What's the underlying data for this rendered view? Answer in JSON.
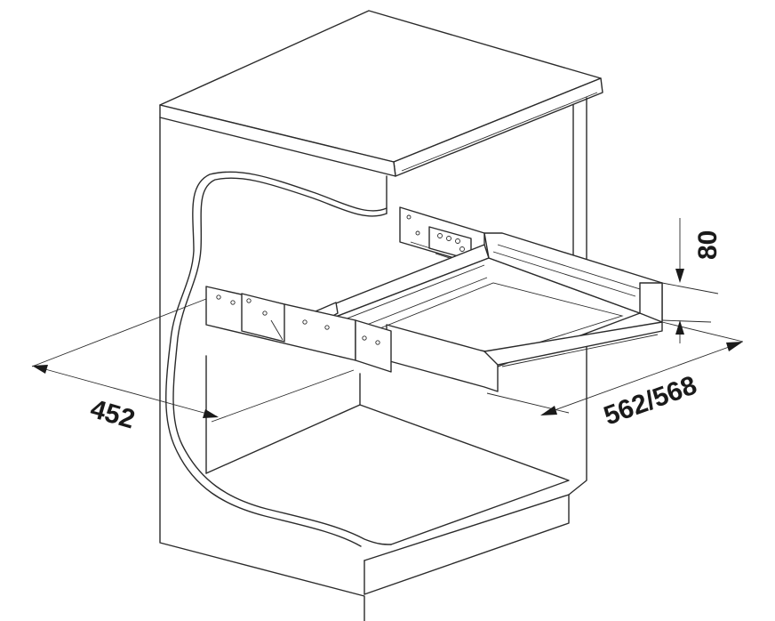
{
  "dimensions": {
    "depth_label": "452",
    "length_label": "562/568",
    "height_label": "80"
  }
}
